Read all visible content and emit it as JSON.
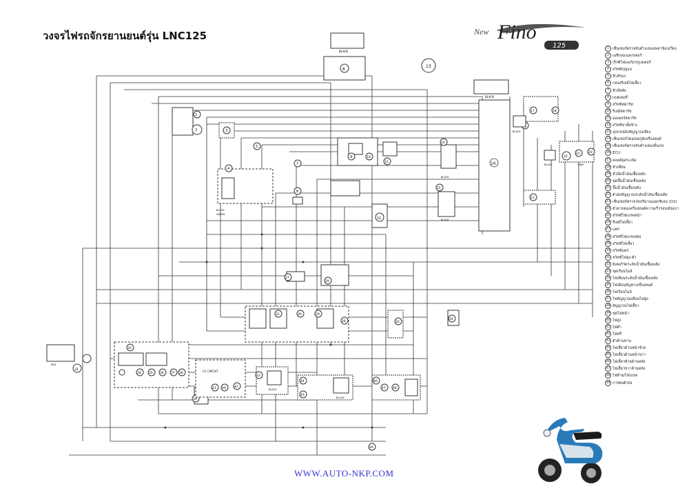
{
  "title": "วงจรไฟรถจักรยานยนต์รุ่น LNC125",
  "brand": {
    "new": "New",
    "model": "Fino",
    "badge": "125"
  },
  "footer": {
    "url": "WWW.AUTO-NKP.COM"
  },
  "connector_labels": {
    "black": "BLACK",
    "gray": "GRAY",
    "red": "RED",
    "green": "GREEN",
    "cc_circuit": "CC CIRCUIT"
  },
  "legend": [
    "เซ็นเซอร์ตรวจจับตำแหน่งเพลาข้อเหวี่ยง",
    "เอซีเจนเนอเรเตอร์",
    "เร็กติไฟเออร์/เรกูเลเตอร์",
    "สวิทช์กุญแจ",
    "ฟิวส์รอง",
    "กล่องรีเลย์ไฟเลี้ยว",
    "ฟิวส์หลัก",
    "แบตเตอรี่",
    "สวิทช์สตาร์ท",
    "รีเลย์สตาร์ท",
    "มอเตอร์สตาร์ท",
    "สวิทช์ขาตั้งข้าง",
    "อุปกรณ์ส่งสัญญาณเสียง",
    "เซ็นเซอร์วัดอุณหภูมิเครื่องยนต์",
    "เซ็นเซอร์ตรวจจับตำแหน่งลิ้นเร่ง",
    "ECU",
    "คอยล์จุดระเบิด",
    "หัวเทียน",
    "หัวฉีดน้ำมันเชื้อเพลิง",
    "ชุดปั๊มน้ำมันเชื้อเพลิง",
    "ปั๊มน้ำมันเชื้อเพลิง",
    "ตัวส่งสัญญาณระดับน้ำมันเชื้อเพลิง",
    "เซ็นเซอร์ตรวจวัดปริมาณออกซิเจน (O2)",
    "ตัวควบคุมเครื่องยนต์ความเร็วรอบเดินเบา",
    "สวิทช์ไฟเบรคหน้า",
    "รีเลย์ไฟเลี้ยว",
    "แตร",
    "สวิทช์ไฟเบรคหลัง",
    "สวิทช์ไฟเลี้ยว",
    "สวิทช์แตร",
    "สวิทช์ไฟสูง-ต่ำ",
    "มิเตอร์วัดระดับน้ำมันเชื้อเพลิง",
    "ชุดเรือนไมล์",
    "ไฟเตือนระดับน้ำมันเชื้อเพลิง",
    "ไฟเตือนปัญหาเครื่องยนต์",
    "ไฟเรือนไมล์",
    "ไฟสัญญาณเตือนไฟสูง",
    "สัญญาณไฟเลี้ยว",
    "ชุดไฟหน้า",
    "ไฟสูง",
    "ไฟต่ำ",
    "ไฟหรี่",
    "ตัวต้านทาน",
    "ไฟเลี้ยวด้านหน้าซ้าย",
    "ไฟเลี้ยวด้านหน้าขวา",
    "ไฟเลี้ยวซ้ายด้านหลัง",
    "ไฟเลี้ยวขวาด้านหลัง",
    "ไฟท้าย/ไฟเบรค",
    "การต่อตัวถัง"
  ],
  "component_numbers": [
    "1",
    "2",
    "3",
    "4",
    "5",
    "6",
    "7",
    "8",
    "9",
    "10",
    "11",
    "12",
    "13",
    "14",
    "15",
    "16",
    "17",
    "18",
    "19",
    "20",
    "21",
    "22",
    "23",
    "24",
    "25",
    "26",
    "27",
    "28",
    "29",
    "30",
    "31",
    "32",
    "33",
    "34",
    "35",
    "36",
    "37",
    "38",
    "39",
    "40",
    "41",
    "42",
    "43",
    "44",
    "45",
    "46",
    "47",
    "48",
    "49"
  ]
}
